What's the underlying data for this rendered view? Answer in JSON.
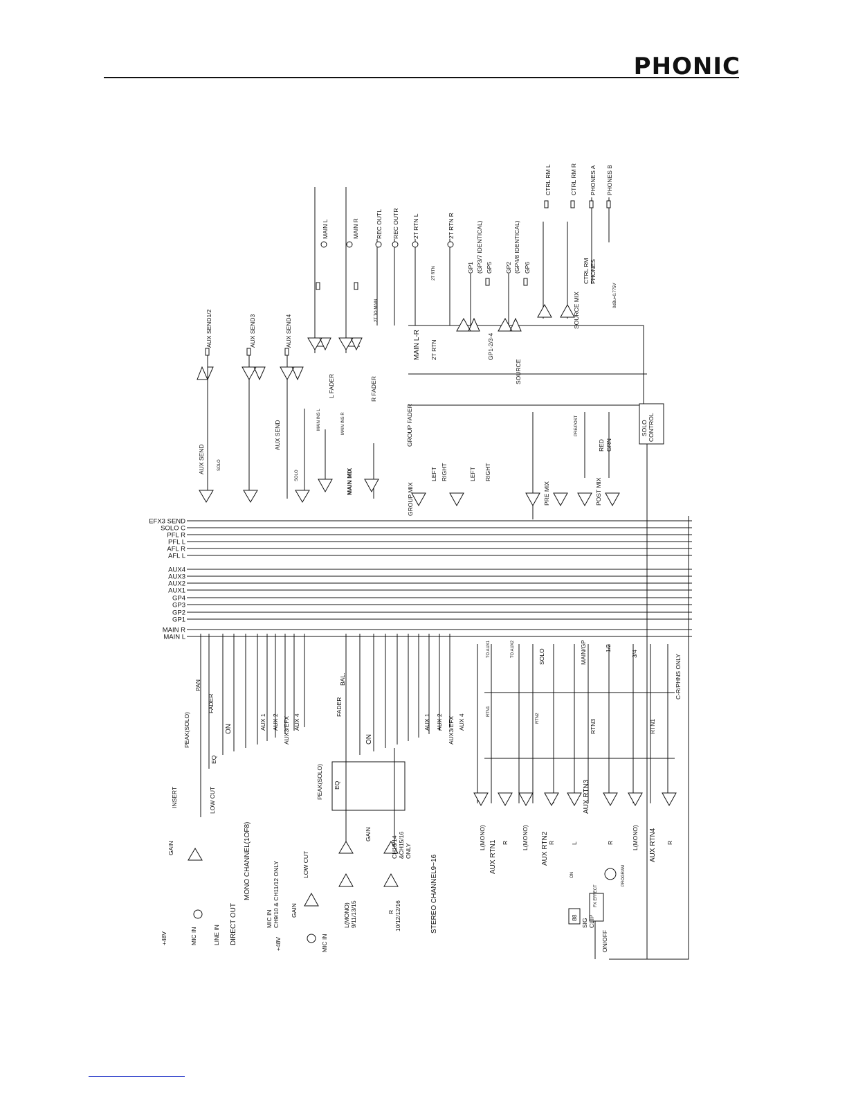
{
  "header": {
    "brand": "PHONIC"
  },
  "buses": [
    "EFX3 SEND",
    "SOLO C",
    "PFL R",
    "PFL L",
    "AFL R",
    "AFL L",
    "AUX4",
    "AUX3",
    "AUX2",
    "AUX1",
    "GP4",
    "GP3",
    "GP2",
    "GP1",
    "MAIN R",
    "MAIN L"
  ],
  "labels": {
    "aux_send12": "AUX SEND1/2",
    "aux_send3": "AUX SEND3",
    "aux_send4": "AUX SEND4",
    "aux_send_a": "AUX SEND",
    "aux_send_b": "AUX SEND",
    "solo1": "SOLO",
    "solo2": "SOLO",
    "main_l": "MAIN L",
    "main_r": "MAIN R",
    "rec_outl": "REC OUTL",
    "rec_outr": "REC OUTR",
    "rtn2t_l": "2T RTN L",
    "rtn2t_r": "2T RTN R",
    "rtn2t": "2T RTN",
    "t2_to_main": "2T TO MAIN",
    "gp1": "GP1",
    "gp37": "(GP3/7 IDENTICAL)",
    "gp5": "GP5",
    "gp2": "GP2",
    "gp48": "(GP4/8 IDENTICAL)",
    "gp6": "GP6",
    "ctrl_rm_l": "CTRL RM L",
    "ctrl_rm_r": "CTRL RM R",
    "phones_a": "PHONES A",
    "phones_b": "PHONES B",
    "ctrl_rm_phones1": "CTRL RM",
    "ctrl_rm_phones2": "PHONES",
    "source_mix": "SOURCE MIX",
    "v775": "0dBu=0.775V",
    "main_lr": "MAIN L-R",
    "rtn2t_sw": "2T RTN",
    "gp1234": "GP1-2/3-4",
    "source": "SOURCE",
    "l_fader": "L FADER",
    "r_fader": "R FADER",
    "main_ins_l": "MAIN INS L",
    "main_ins_r": "MAIN INS R",
    "main_mix": "MAIN MIX",
    "group_fader": "GROUP FADER",
    "group_mix": "GROUP MIX",
    "left1": "LEFT",
    "right1": "RIGHT",
    "left2": "LEFT",
    "right2": "RIGHT",
    "pre_post": "PRE/POST",
    "red": "RED",
    "grn": "GRN",
    "solo_control1": "SOLO",
    "solo_control2": "CONTROL",
    "pre_mix": "PRE MIX",
    "post_mix": "POST MIX",
    "pan": "PAN",
    "fader": "FADER",
    "on": "ON",
    "peak_solo": "PEAK(SOLO)",
    "eq": "EQ",
    "aux1": "AUX 1",
    "aux2": "AUX 2",
    "aux3efx": "AUX3/EFX",
    "aux4": "AUX 4",
    "insert": "INSERT",
    "low_cut": "LOW CUT",
    "gain": "GAIN",
    "p48": "+48V",
    "mic_in": "MIC IN",
    "line_in": "LINE IN",
    "direct_out": "DIRECT OUT",
    "mono_channel": "MONO CHANNEL(1OF8)",
    "mic_in_ch1": "MIC IN",
    "mic_in_ch2": "CH9/10 & CH11/12 ONLY",
    "low_cut2": "LOW CUT",
    "gain2": "GAIN",
    "p48b": "+48V",
    "mic_in2": "MIC IN",
    "stereo_l1": "L(MONO)",
    "stereo_l2": "9/11/13/15",
    "stereo_r1": "R",
    "stereo_r2": "10/12/12/16",
    "stereo_channel": "STEREO CHANNEL9~16",
    "gain3": "GAIN",
    "ch1314_1": "CH13/14",
    "ch1314_2": "&CH15/16",
    "ch1314_3": "ONLY",
    "bal": "BAL.",
    "fader2": "FADER",
    "on2": "ON",
    "peak_solo2": "PEAK(SOLO)",
    "eq2": "EQ",
    "s_aux1": "AUX 1",
    "s_aux2": "AUX 2",
    "s_aux3efx": "AUX3/EFX",
    "s_aux4": "AUX 4",
    "to_aux1": "TO AUX1",
    "to_aux2": "TO AUX2",
    "solo3": "SOLO",
    "main_gp": "MAIN/GP",
    "r12": "1/2",
    "r34": "3/4",
    "c_r_phns": "C-R/PHNS ONLY",
    "rtn1_small": "RTN1",
    "rtn2_small": "RTN2",
    "rtn3": "RTN3",
    "rtn1": "RTN1",
    "aux_rtn1_l": "L(MONO)",
    "aux_rtn1": "AUX RTN1",
    "aux_rtn1_r": "R",
    "aux_rtn2_l": "L(MONO)",
    "aux_rtn2": "AUX RTN2",
    "aux_rtn2_r": "R",
    "aux_rtn3_l": "L",
    "aux_rtn3": "AUX RTN3",
    "aux_rtn3_r": "R",
    "aux_rtn4_l": "L(MONO)",
    "aux_rtn4": "AUX RTN4",
    "aux_rtn4_r": "R",
    "on3": "ON",
    "sig": "SIG",
    "clip": "CLIP",
    "on_off": "ON/OFF",
    "display": "88",
    "effect": "FX EFFECT",
    "program": "PROGRAM"
  }
}
